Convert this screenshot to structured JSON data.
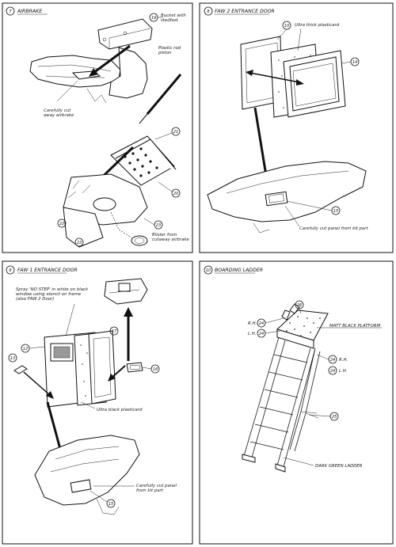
{
  "panels": [
    {
      "step": "7",
      "title": "AIRBRAKE"
    },
    {
      "step": "8",
      "title": "FAW 2 ENTRANCE DOOR"
    },
    {
      "step": "9",
      "title": "FAW 1 ENTRANCE DOOR"
    },
    {
      "step": "10",
      "title": "BOARDING LADDER"
    }
  ],
  "airbrake": {
    "bucket_label": "Bucket with\nstedfast",
    "rod_label": "Plastic rod\npiston",
    "cut_label": "Carefully cut\naway airbrake",
    "blister_label": "Blister from\ncutaway airbrake",
    "parts": [
      "19",
      "21",
      "20",
      "22",
      "23",
      "23"
    ]
  },
  "faw2": {
    "plasticard_label": "Ultra thick plasticard",
    "cut_label": "Carefully cut panel  from kit part",
    "parts": [
      "10",
      "14",
      "15"
    ]
  },
  "faw1": {
    "spray_label": "Spray 'NO STEP' in white on black\nwindow using stencil on frame\n(also FAW 2 Door)",
    "plasticard_label": "Ultra black plasticard",
    "cut_label": "Carefully cut panel\nfrom kit part",
    "parts": [
      "12",
      "17",
      "13",
      "18",
      "15"
    ]
  },
  "ladder": {
    "rh_label": "R.H.",
    "lh_label": "L.H.",
    "platform_label": "MATT BLACK PLATFORM",
    "ladder_label": "DARK GREEN LADDER",
    "parts": [
      "26",
      "24",
      "24",
      "24",
      "24",
      "25"
    ]
  },
  "colors": {
    "ink": "#111111",
    "paper": "#ffffff"
  }
}
